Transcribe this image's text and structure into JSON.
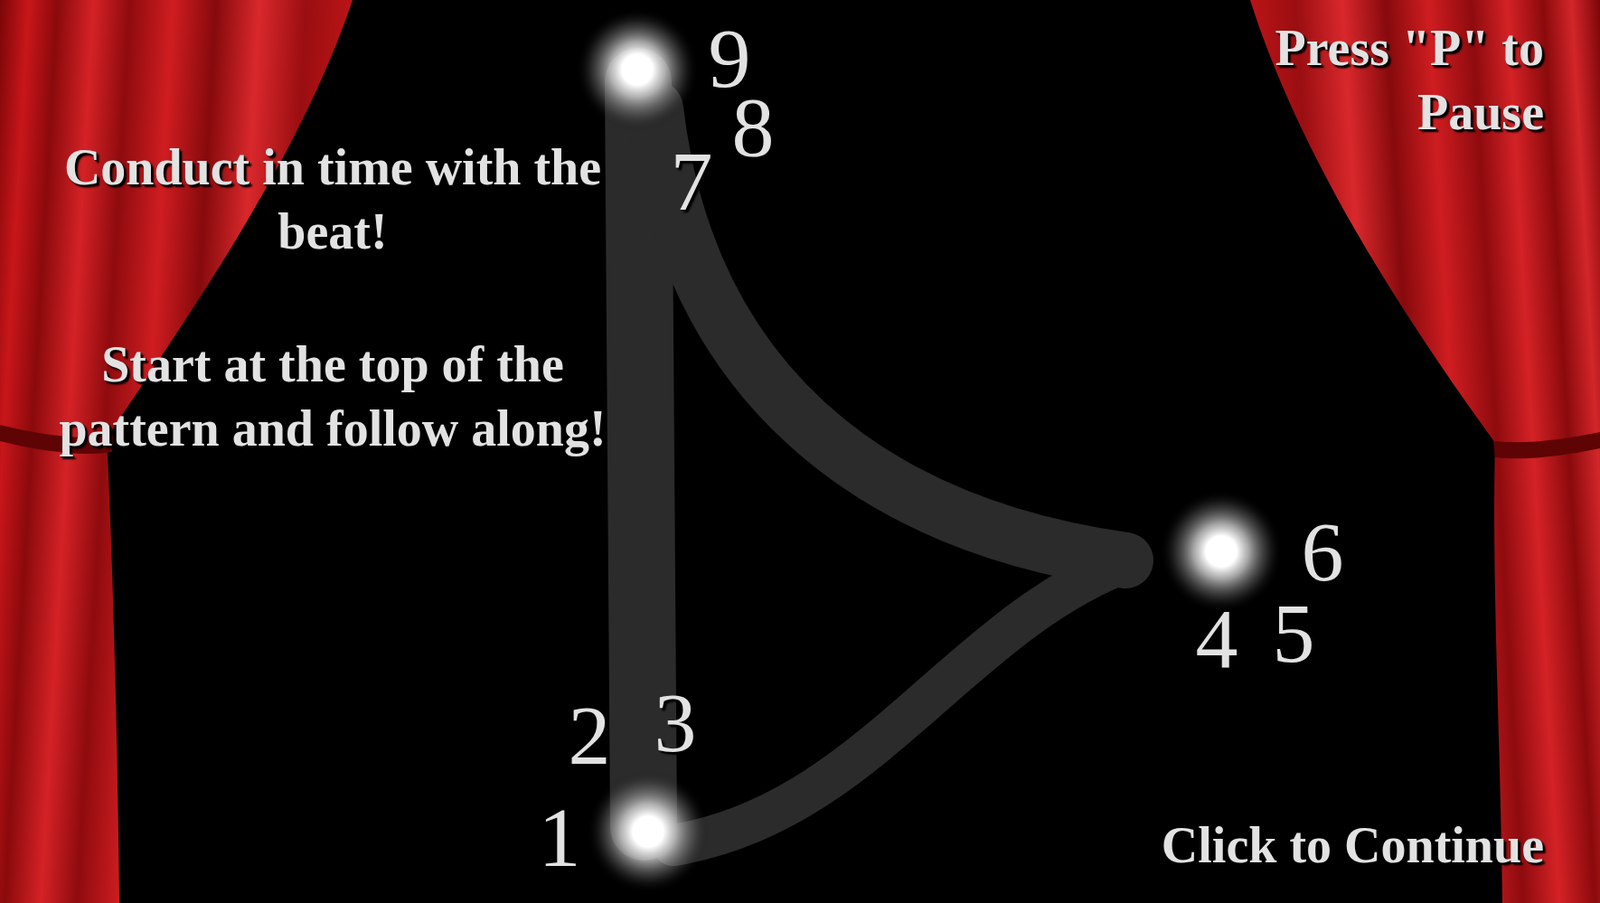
{
  "diagram": {
    "labels": [
      "Conduct in time with the beat!",
      "Start at the top of the pattern and follow along!",
      "Press \"P\" to Pause",
      "Click to Continue",
      "9",
      "8",
      "7",
      "6",
      "4",
      "5",
      "2",
      "3",
      "1"
    ]
  }
}
